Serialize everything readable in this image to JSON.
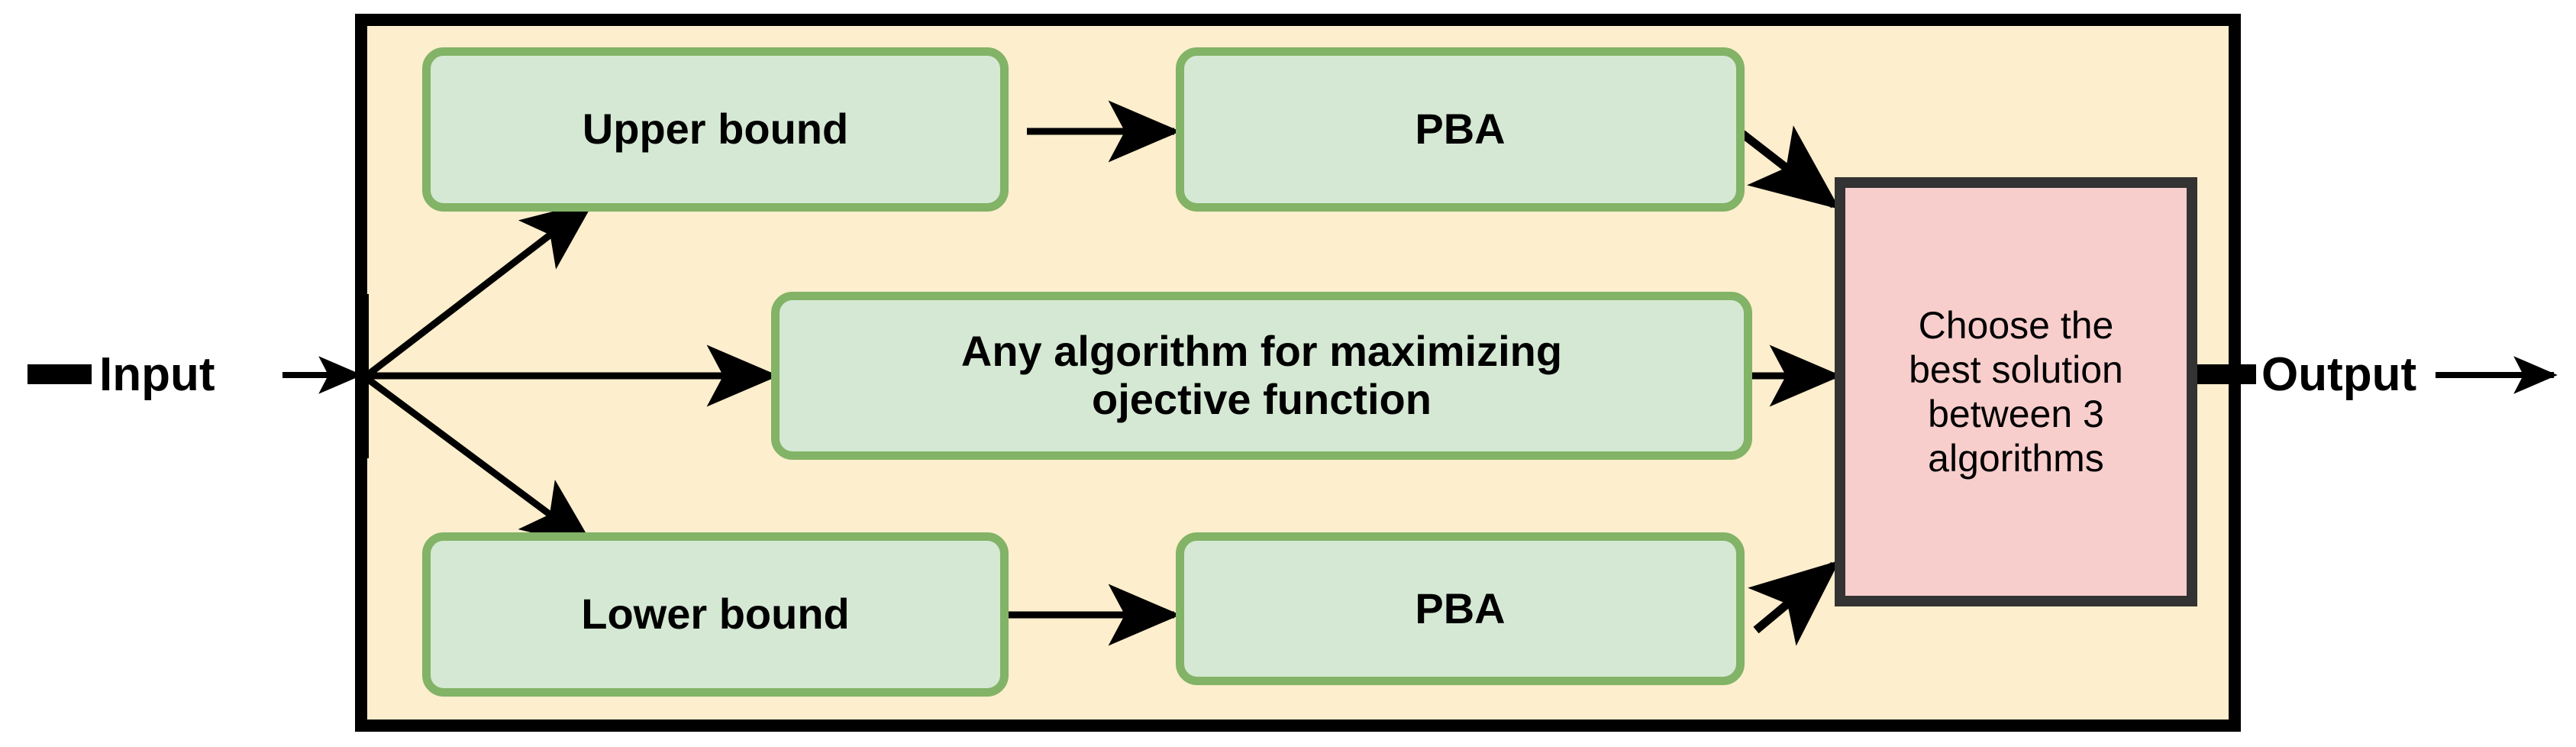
{
  "diagram": {
    "title": "Algorithm pipeline flow diagram",
    "colors": {
      "container_fill": "#fdeecd",
      "container_border": "#000000",
      "green_fill": "#d5e8d4",
      "green_border": "#82b366",
      "pink_fill": "#f8cecc",
      "pink_border": "#333333",
      "arrow": "#000000",
      "page_background": "#ffffff"
    },
    "io": {
      "input_label": "Input",
      "output_label": "Output"
    },
    "nodes": {
      "upper_bound": "Upper bound",
      "pba_top": "PBA",
      "middle_algorithm": "Any algorithm for maximizing\nojective function",
      "lower_bound": "Lower bound",
      "pba_bottom": "PBA",
      "chooser": "Choose the\nbest solution\nbetween 3\nalgorithms"
    },
    "edges": [
      {
        "from": "input",
        "to": "upper_bound",
        "style": "diagonal-up"
      },
      {
        "from": "input",
        "to": "middle_algorithm",
        "style": "straight"
      },
      {
        "from": "input",
        "to": "lower_bound",
        "style": "diagonal-down"
      },
      {
        "from": "upper_bound",
        "to": "pba_top",
        "style": "straight"
      },
      {
        "from": "lower_bound",
        "to": "pba_bottom",
        "style": "straight"
      },
      {
        "from": "pba_top",
        "to": "chooser",
        "style": "diagonal-down"
      },
      {
        "from": "middle_algorithm",
        "to": "chooser",
        "style": "straight"
      },
      {
        "from": "pba_bottom",
        "to": "chooser",
        "style": "diagonal-up"
      },
      {
        "from": "chooser",
        "to": "output",
        "style": "straight"
      }
    ]
  }
}
